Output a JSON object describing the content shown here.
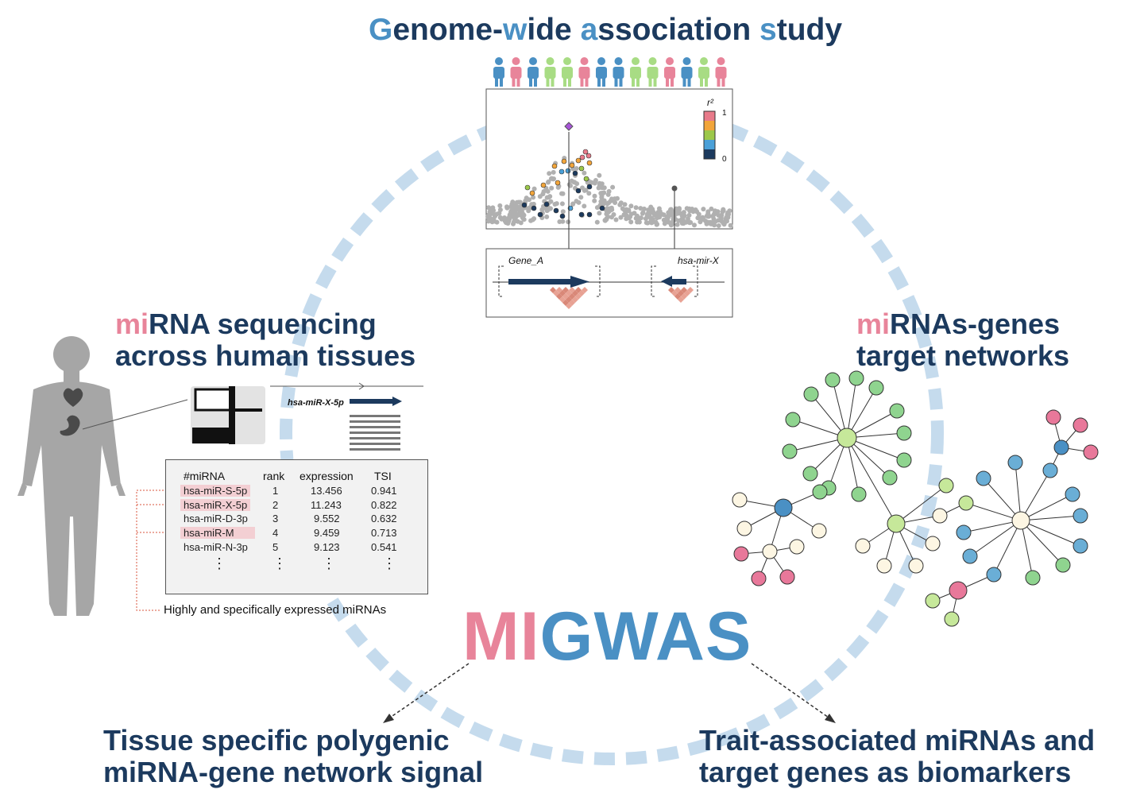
{
  "titles": {
    "gwas": {
      "g1": "G",
      "p1": "enome-",
      "w": "w",
      "p2": "ide ",
      "a": "a",
      "p3": "ssociation ",
      "s": "s",
      "p4": "tudy"
    },
    "seq": {
      "mi": "mi",
      "l1": "RNA sequencing",
      "l2": "across human tissues"
    },
    "net": {
      "mi": "mi",
      "l1": "RNAs-genes",
      "l2": "target networks"
    },
    "out_left": {
      "l1": "Tissue specific polygenic",
      "l2": "miRNA-gene network signal"
    },
    "out_right": {
      "l1": "Trait-associated miRNAs and",
      "l2": "target genes as biomarkers"
    },
    "migwas": {
      "mi": "MI",
      "gwas": "GWAS"
    }
  },
  "plot": {
    "legend_label": "r²",
    "legend_max": "1",
    "legend_min": "0",
    "gene_a": "Gene_A",
    "mirna": "hsa-mir-X",
    "read_label": "hsa-miR-X-5p"
  },
  "table": {
    "headers": [
      "#miRNA",
      "rank",
      "expression",
      "TSI"
    ],
    "rows": [
      {
        "name": "hsa-miR-S-5p",
        "rank": "1",
        "expr": "13.456",
        "tsi": "0.941"
      },
      {
        "name": "hsa-miR-X-5p",
        "rank": "2",
        "expr": "11.243",
        "tsi": "0.822"
      },
      {
        "name": "hsa-miR-D-3p",
        "rank": "3",
        "expr": "9.552",
        "tsi": "0.632"
      },
      {
        "name": "hsa-miR-M",
        "rank": "4",
        "expr": "9.459",
        "tsi": "0.713"
      },
      {
        "name": "hsa-miR-N-3p",
        "rank": "5",
        "expr": "9.123",
        "tsi": "0.541"
      }
    ],
    "ellipsis": "⋮",
    "caption": "Highly and specifically expressed miRNAs"
  },
  "colors": {
    "navy": "#1c3a5e",
    "pink": "#e8849a",
    "blue": "#4a90c4",
    "ring": "#c5dbed",
    "green": "#8fd48f",
    "lime": "#c6e89a",
    "cream": "#fdf6e3",
    "node_pink": "#e8789a",
    "node_blue": "#6aaed6"
  },
  "icons": [
    "person-icon",
    "human-body-icon",
    "heart-icon",
    "stomach-icon",
    "sequencer-icon"
  ]
}
